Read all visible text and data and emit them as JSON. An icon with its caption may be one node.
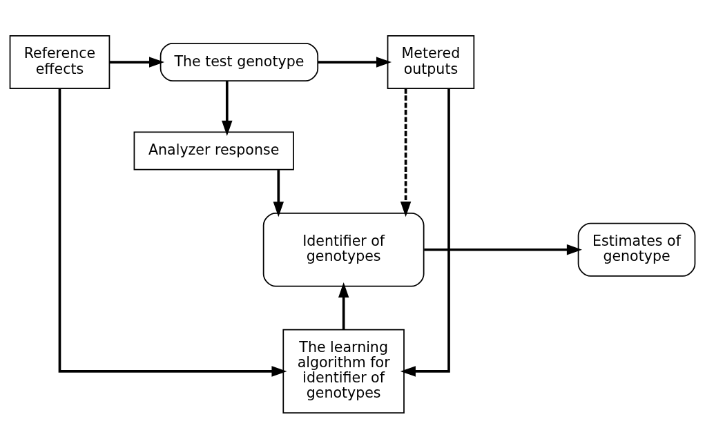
{
  "diagram": {
    "nodes": [
      {
        "text": [
          "Reference effects"
        ]
      },
      {
        "text": [
          "The test genotype"
        ]
      },
      {
        "text": [
          "Metered outputs"
        ]
      },
      {
        "text": [
          "Analyzer response"
        ]
      },
      {
        "text": [
          "Estimates of genotype"
        ]
      },
      {
        "text": [
          "Identifier of genotypes"
        ]
      },
      {
        "text": [
          "The learning algorithm for identifier of genotypes"
        ]
      }
    ],
    "edges": [
      {
        "from": 0,
        "to": 1,
        "arrow": "to"
      },
      {
        "from": 1,
        "to": 2,
        "arrow": "to"
      },
      {
        "from": 1,
        "to": 3,
        "arrow": "to"
      },
      {
        "from": 3,
        "to": 5,
        "arrow": "to"
      },
      {
        "from": 5,
        "to": 4,
        "arrow": "to"
      },
      {
        "from": 2,
        "to": 5,
        "arrow": "to",
        "style": "dashed"
      },
      {
        "from": 6,
        "to": 5,
        "arrow": "to"
      },
      {
        "from": 0,
        "to": 6,
        "arrow": "to"
      },
      {
        "from": 2,
        "to": 6,
        "arrow": "to"
      }
    ]
  }
}
